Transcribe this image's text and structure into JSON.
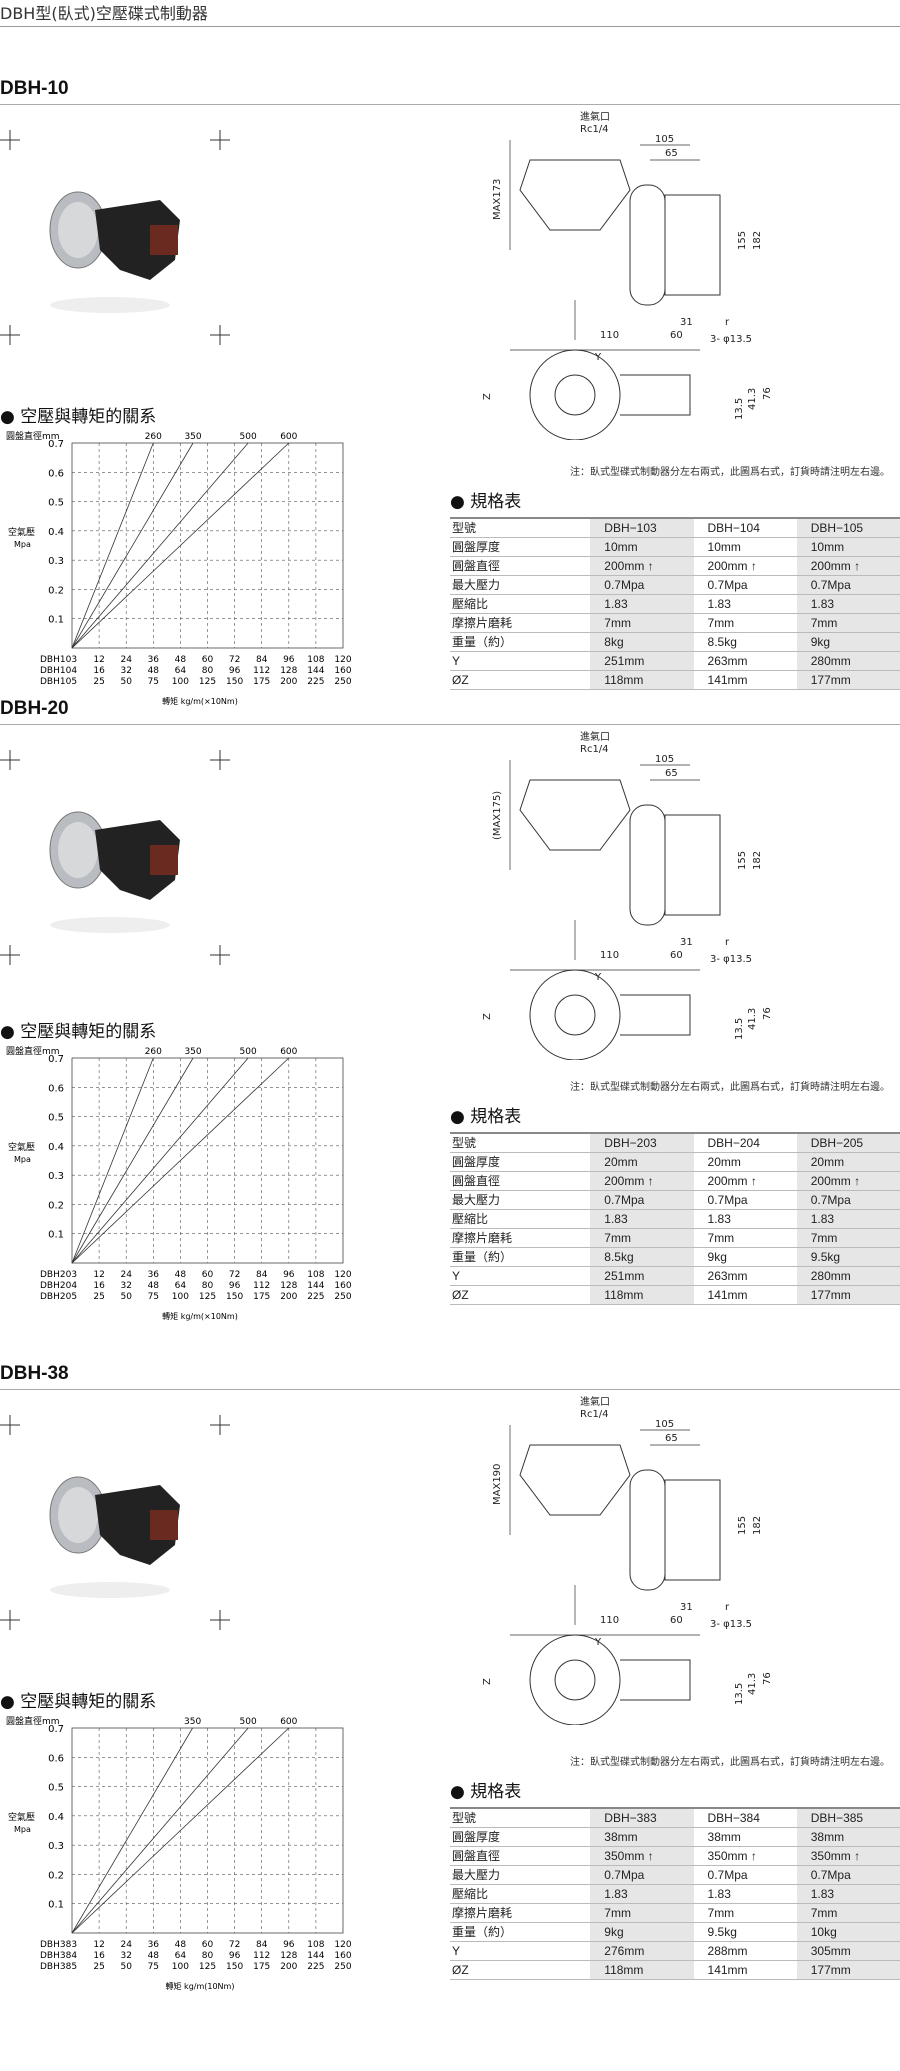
{
  "page_title": "DBH型(臥式)空壓碟式制動器",
  "note": "注：臥式型碟式制動器分左右兩式，此圖爲右式，訂貨時請注明左右邊。",
  "chart_heading": "● 空壓與轉矩的關系",
  "spec_heading": "● 規格表",
  "row_labels": [
    "型號",
    "圓盤厚度",
    "圓盤直徑",
    "最大壓力",
    "壓縮比",
    "摩擦片磨耗",
    "重量（約）",
    " Y",
    "ØZ"
  ],
  "drawing_labels": {
    "inlet": "進氣口",
    "inlet_size": "Rc1/4",
    "d105": "105",
    "d65": "65",
    "d110": "110",
    "d60": "60",
    "d31": "31",
    "holes": "3- φ13.5",
    "y": "Y",
    "z": "Z",
    "r": "r",
    "d155": "155",
    "d182": "182",
    "d76": "76",
    "d413": "41.3",
    "d135": "13.5"
  },
  "sections": [
    {
      "title": "DBH-10",
      "drawing_max": "MAX173",
      "table": [
        [
          "DBH−103",
          "DBH−104",
          "DBH−105"
        ],
        [
          "10mm",
          "10mm",
          "10mm"
        ],
        [
          "200mm ↑",
          "200mm ↑",
          "200mm ↑"
        ],
        [
          "0.7Mpa",
          "0.7Mpa",
          "0.7Mpa"
        ],
        [
          "1.83",
          "1.83",
          "1.83"
        ],
        [
          "7mm",
          "7mm",
          "7mm"
        ],
        [
          "8kg",
          "8.5kg",
          "9kg"
        ],
        [
          "251mm",
          "263mm",
          "280mm"
        ],
        [
          "118mm",
          "141mm",
          "177mm"
        ]
      ],
      "chart_data": {
        "type": "line",
        "title": "空壓與轉矩的關系",
        "ylabel": "空氣壓",
        "yunit": "Mpa",
        "diameter_label": "圓盤直徑mm",
        "xlabel": "轉矩  kg/m(×10Nm)",
        "ylim": [
          0,
          0.7
        ],
        "yticks": [
          "0.1",
          "0.2",
          "0.3",
          "0.4",
          "0.5",
          "0.6",
          "0.7"
        ],
        "x_rows": [
          {
            "name": "DBH103",
            "ticks": [
              "12",
              "24",
              "36",
              "48",
              "60",
              "72",
              "84",
              "96",
              "108",
              "120"
            ]
          },
          {
            "name": "DBH104",
            "ticks": [
              "16",
              "32",
              "48",
              "64",
              "80",
              "96",
              "112",
              "128",
              "144",
              "160"
            ]
          },
          {
            "name": "DBH105",
            "ticks": [
              "25",
              "50",
              "75",
              "100",
              "125",
              "150",
              "175",
              "200",
              "225",
              "250"
            ]
          }
        ],
        "xlim": [
          0,
          120
        ],
        "series": [
          {
            "name": "260",
            "x": [
              0,
              36
            ],
            "y": [
              0,
              0.7
            ]
          },
          {
            "name": "350",
            "x": [
              0,
              53.6
            ],
            "y": [
              0,
              0.7
            ]
          },
          {
            "name": "500",
            "x": [
              0,
              78
            ],
            "y": [
              0,
              0.7
            ]
          },
          {
            "name": "600",
            "x": [
              0,
              96
            ],
            "y": [
              0,
              0.7
            ]
          }
        ]
      }
    },
    {
      "title": "DBH-20",
      "drawing_max": "(MAX175)",
      "table": [
        [
          "DBH−203",
          "DBH−204",
          "DBH−205"
        ],
        [
          "20mm",
          "20mm",
          "20mm"
        ],
        [
          "200mm ↑",
          "200mm ↑",
          "200mm ↑"
        ],
        [
          "0.7Mpa",
          "0.7Mpa",
          "0.7Mpa"
        ],
        [
          "1.83",
          "1.83",
          "1.83"
        ],
        [
          "7mm",
          "7mm",
          "7mm"
        ],
        [
          "8.5kg",
          "9kg",
          "9.5kg"
        ],
        [
          "251mm",
          "263mm",
          "280mm"
        ],
        [
          "118mm",
          "141mm",
          "177mm"
        ]
      ],
      "chart_data": {
        "type": "line",
        "title": "空壓與轉矩的關系",
        "ylabel": "空氣壓",
        "yunit": "Mpa",
        "diameter_label": "圓盤直徑mm",
        "xlabel": "轉矩  kg/m(×10Nm)",
        "ylim": [
          0,
          0.7
        ],
        "yticks": [
          "0.1",
          "0.2",
          "0.3",
          "0.4",
          "0.5",
          "0.6",
          "0.7"
        ],
        "x_rows": [
          {
            "name": "DBH203",
            "ticks": [
              "12",
              "24",
              "36",
              "48",
              "60",
              "72",
              "84",
              "96",
              "108",
              "120"
            ]
          },
          {
            "name": "DBH204",
            "ticks": [
              "16",
              "32",
              "48",
              "64",
              "80",
              "96",
              "112",
              "128",
              "144",
              "160"
            ]
          },
          {
            "name": "DBH205",
            "ticks": [
              "25",
              "50",
              "75",
              "100",
              "125",
              "150",
              "175",
              "200",
              "225",
              "250"
            ]
          }
        ],
        "xlim": [
          0,
          120
        ],
        "series": [
          {
            "name": "260",
            "x": [
              0,
              36
            ],
            "y": [
              0,
              0.7
            ]
          },
          {
            "name": "350",
            "x": [
              0,
              53.6
            ],
            "y": [
              0,
              0.7
            ]
          },
          {
            "name": "500",
            "x": [
              0,
              78
            ],
            "y": [
              0,
              0.7
            ]
          },
          {
            "name": "600",
            "x": [
              0,
              96
            ],
            "y": [
              0,
              0.7
            ]
          }
        ]
      }
    },
    {
      "title": "DBH-38",
      "drawing_max": "MAX190",
      "table": [
        [
          "DBH−383",
          "DBH−384",
          "DBH−385"
        ],
        [
          "38mm",
          "38mm",
          "38mm"
        ],
        [
          "350mm ↑",
          "350mm ↑",
          "350mm ↑"
        ],
        [
          "0.7Mpa",
          "0.7Mpa",
          "0.7Mpa"
        ],
        [
          "1.83",
          "1.83",
          "1.83"
        ],
        [
          "7mm",
          "7mm",
          "7mm"
        ],
        [
          "9kg",
          "9.5kg",
          "10kg"
        ],
        [
          "276mm",
          "288mm",
          "305mm"
        ],
        [
          "118mm",
          "141mm",
          "177mm"
        ]
      ],
      "chart_data": {
        "type": "line",
        "title": "空壓與轉矩的關系",
        "ylabel": "空氣壓",
        "yunit": "Mpa",
        "diameter_label": "圓盤直徑mm",
        "xlabel": "轉矩  kg/m(10Nm)",
        "ylim": [
          0,
          0.7
        ],
        "yticks": [
          "0.1",
          "0.2",
          "0.3",
          "0.4",
          "0.5",
          "0.6",
          "0.7"
        ],
        "x_rows": [
          {
            "name": "DBH383",
            "ticks": [
              "12",
              "24",
              "36",
              "48",
              "60",
              "72",
              "84",
              "96",
              "108",
              "120"
            ]
          },
          {
            "name": "DBH384",
            "ticks": [
              "16",
              "32",
              "48",
              "64",
              "80",
              "96",
              "112",
              "128",
              "144",
              "160"
            ]
          },
          {
            "name": "DBH385",
            "ticks": [
              "25",
              "50",
              "75",
              "100",
              "125",
              "150",
              "175",
              "200",
              "225",
              "250"
            ]
          }
        ],
        "xlim": [
          0,
          120
        ],
        "series": [
          {
            "name": "350",
            "x": [
              0,
              53.4
            ],
            "y": [
              0,
              0.7
            ]
          },
          {
            "name": "500",
            "x": [
              0,
              78
            ],
            "y": [
              0,
              0.7
            ]
          },
          {
            "name": "600",
            "x": [
              0,
              96
            ],
            "y": [
              0,
              0.7
            ]
          }
        ]
      }
    }
  ]
}
